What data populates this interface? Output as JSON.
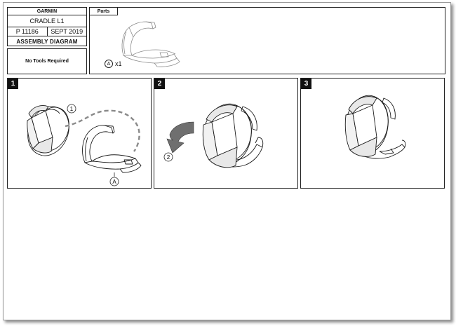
{
  "title_block": {
    "brand": "GARMIN",
    "product": "CRADLE L1",
    "part_number": "P 11186",
    "date": "SEPT 2019",
    "doc_type": "ASSEMBLY DIAGRAM"
  },
  "tools_note": "No Tools Required",
  "parts": {
    "heading": "Parts",
    "items": [
      {
        "callout": "A",
        "quantity": "x1"
      }
    ]
  },
  "steps": [
    {
      "number": "1",
      "callouts": [
        "1",
        "A"
      ]
    },
    {
      "number": "2",
      "callouts": [
        "2"
      ]
    },
    {
      "number": "3",
      "callouts": []
    }
  ]
}
